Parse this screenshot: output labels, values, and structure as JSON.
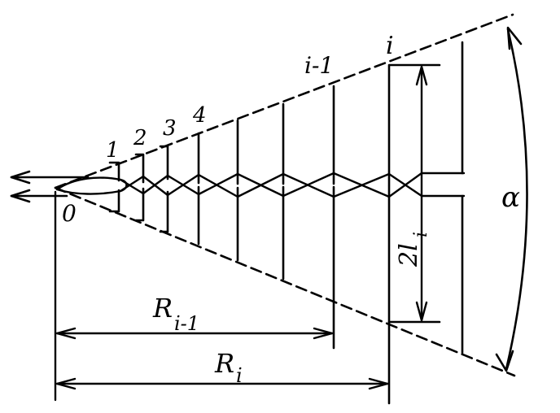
{
  "labels": {
    "origin": "0",
    "dipole_1": "1",
    "dipole_2": "2",
    "dipole_3": "3",
    "dipole_4": "4",
    "dipole_i_minus_1": "i-1",
    "dipole_i": "i",
    "R_prev_main": "R",
    "R_prev_sub": "i-1",
    "R_i_main": "R",
    "R_i_sub": "i",
    "half_length_main": "2l",
    "half_length_sub": "i",
    "angle": "α"
  },
  "colors": {
    "ink": "#000000",
    "background": "#ffffff"
  }
}
